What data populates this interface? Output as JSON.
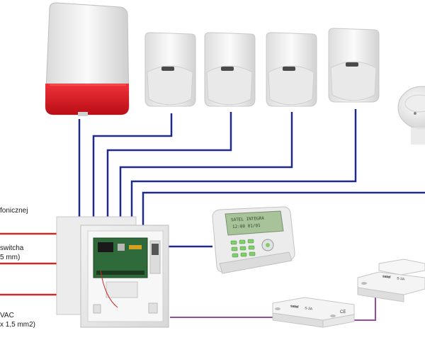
{
  "labels": {
    "phone_line": "fonicznej",
    "switch_line1": "switcha",
    "switch_line2": "5 mm)",
    "power_line1": "VAC",
    "power_line2": "x 1,5 mm2)"
  },
  "keypad": {
    "lcd_line1": "SATEL  INTEGRA",
    "lcd_line2": "12:00  01/01"
  },
  "contacts": {
    "brand": "satel",
    "model": "S-3A",
    "mark": "CE"
  },
  "colors": {
    "signal_wire": "#1f2a8a",
    "power_wire": "#cc2a2a",
    "contact_wire": "#9a4a9a",
    "siren_red": "#e0141e"
  }
}
